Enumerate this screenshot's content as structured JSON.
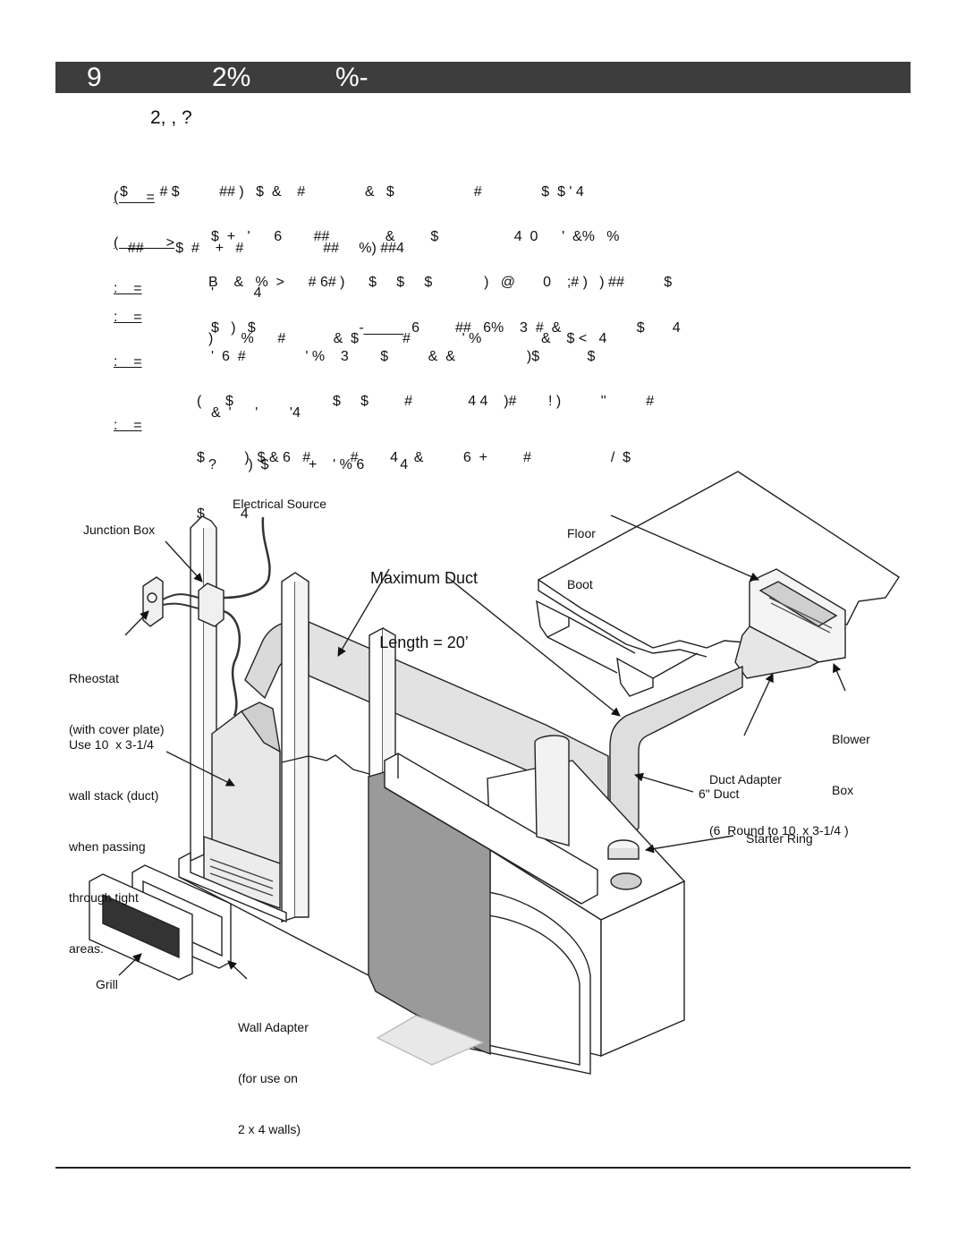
{
  "header": {
    "parts": [
      "9",
      "2%",
      "%-"
    ]
  },
  "subheading": "2, , ?",
  "paragraphs": [
    {
      "lines": [
        "$        # $          ## )   $  &    #               &   $                    #               $  $ ' 4",
        "  ##        $  #    +   #                    ##     %) ##4"
      ]
    },
    {
      "tag": "(       =",
      "lines": [
        "$  +   '      6        ##              &         $                   4  0      '  &%   %",
        "'          4"
      ]
    },
    {
      "tag": "(            >",
      "lines": [
        "B    &   %  >      # 6# )      $     $     $             )   @       0    ;# )   ) ##          $",
        ")       %      #            &  $           #             ' %               &    $ <   4"
      ]
    },
    {
      "tag": ":    =",
      "lines": [
        "$   )   $                          -_____  6         ##   6%    3  #  &                   $       4"
      ]
    },
    {
      "tag": ":    =",
      "lines": [
        "'  6  #               ' %    3        $          &  &                  )$            $",
        "&  '      '        '4"
      ]
    },
    {
      "tag": ":    =",
      "lines": [
        "(      $                         $     $         #              4 4    )#        ! )          ''          #",
        "$          )  $ & 6   #          #        4    &          6  +         #                    /  $",
        "$         4"
      ]
    },
    {
      "tag": ":    =",
      "lines": [
        "?        )  $          +    ' % 6         4"
      ]
    }
  ],
  "diagram": {
    "max_duct_line1": "Maximum Duct",
    "max_duct_line2": "Length = 20’",
    "labels": {
      "electrical_source": "Electrical Source",
      "junction_box": "Junction Box",
      "rheostat": "Rheostat",
      "rheostat_sub": "(with cover plate)",
      "wall_stack": [
        "Use 10  x 3-1/4",
        "wall stack (duct)",
        "when passing",
        "through tight",
        "areas."
      ],
      "floor_boot": [
        "Floor",
        "Boot"
      ],
      "blower_box": [
        "Blower",
        "Box"
      ],
      "duct_adapter": "Duct Adapter",
      "duct_adapter_sub": "(6  Round to 10  x 3-1/4 )",
      "six_duct": "6\" Duct",
      "starter_ring": "Starter Ring",
      "grill": "Grill",
      "wall_adapter": [
        "Wall Adapter",
        "(for use on",
        "2 x 4 walls)"
      ]
    }
  }
}
